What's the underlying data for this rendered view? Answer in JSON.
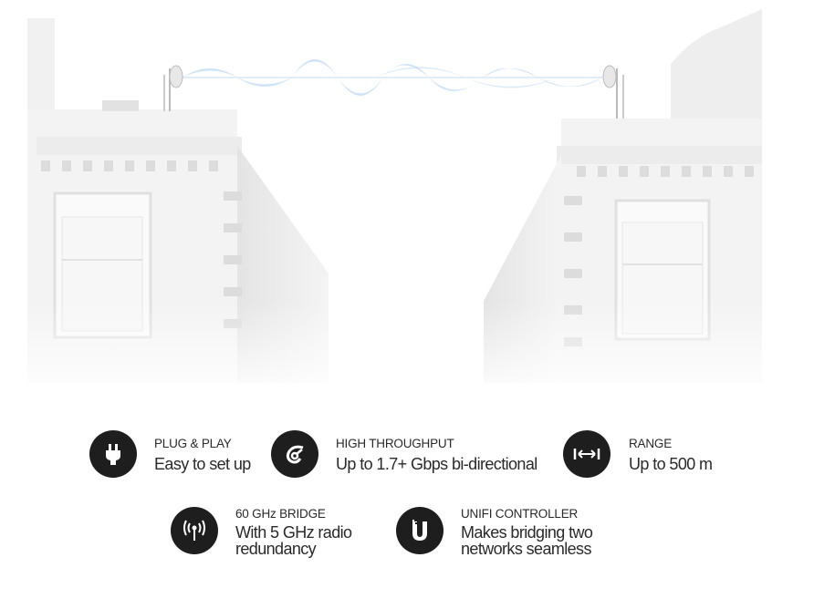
{
  "colors": {
    "icon_bg": "#1e1e1e",
    "text": "#2a2a2a",
    "wave": "#a9cdf2"
  },
  "features": [
    {
      "icon": "plug-icon",
      "title": "PLUG & PLAY",
      "lines": [
        "Easy to set up"
      ]
    },
    {
      "icon": "speedometer-icon",
      "title": "HIGH THROUGHPUT",
      "lines": [
        "Up to 1.7+ Gbps bi-directional"
      ]
    },
    {
      "icon": "range-arrows-icon",
      "title": "RANGE",
      "lines": [
        "Up to 500 m"
      ]
    },
    {
      "icon": "antenna-signal-icon",
      "title": "60 GHz BRIDGE",
      "lines": [
        "With 5 GHz radio",
        "redundancy"
      ]
    },
    {
      "icon": "unifi-logo-icon",
      "title": "UNIFI CONTROLLER",
      "lines": [
        "Makes bridging two",
        "networks seamless"
      ]
    }
  ]
}
